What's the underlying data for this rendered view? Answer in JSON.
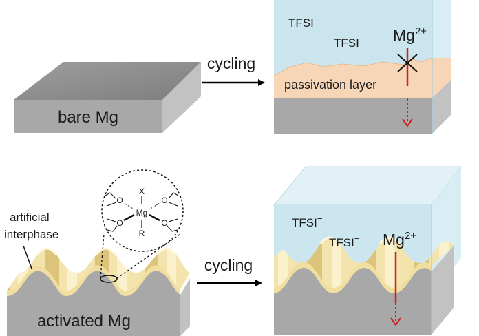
{
  "top": {
    "slab_label": "bare Mg",
    "arrow_label": "cycling",
    "anion_1": "TFSI",
    "anion_2": "TFSI",
    "anion_charge": "−",
    "cation": "Mg",
    "cation_charge": "2+",
    "layer_label": "passivation layer"
  },
  "bottom": {
    "slab_label": "activated Mg",
    "arrow_label": "cycling",
    "interphase_label_line1": "artificial",
    "interphase_label_line2": "interphase",
    "anion_1": "TFSI",
    "anion_2": "TFSI",
    "anion_charge": "−",
    "cation": "Mg",
    "cation_charge": "2+"
  },
  "molecule": {
    "center": "Mg",
    "top": "X",
    "bottom": "R",
    "ligand": "O"
  },
  "colors": {
    "metal_front": "#a6a6a6",
    "metal_top": "#8c8c8c",
    "metal_side": "#b8b8b8",
    "electrolyte": "#cce6ef",
    "electrolyte_top": "#e2f2f7",
    "passivation": "#f6d3b3",
    "interphase": "#f4e6b2",
    "interphase_shade": "#e5cf86",
    "ion_path": "#d21f1f"
  }
}
